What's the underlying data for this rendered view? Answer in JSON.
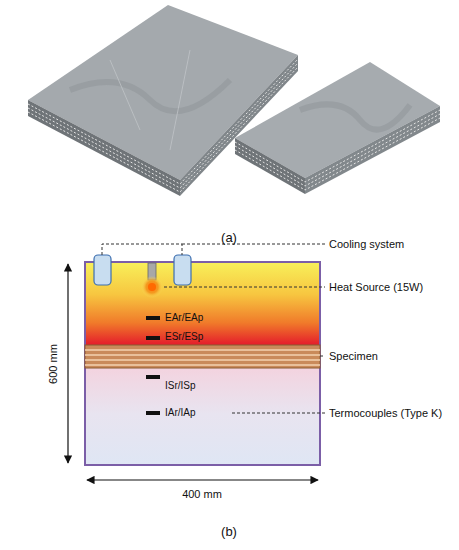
{
  "diagram": {
    "labels": [
      "(a)",
      "Cooling system",
      "Heat Source (15W)",
      "EAr/EAp",
      "ESr/ESp",
      "Specimen",
      "ISr/ISp",
      "Termocouples (Type K)",
      "IAr/IAp",
      "600 mm",
      "400 mm",
      "(b)"
    ]
  }
}
